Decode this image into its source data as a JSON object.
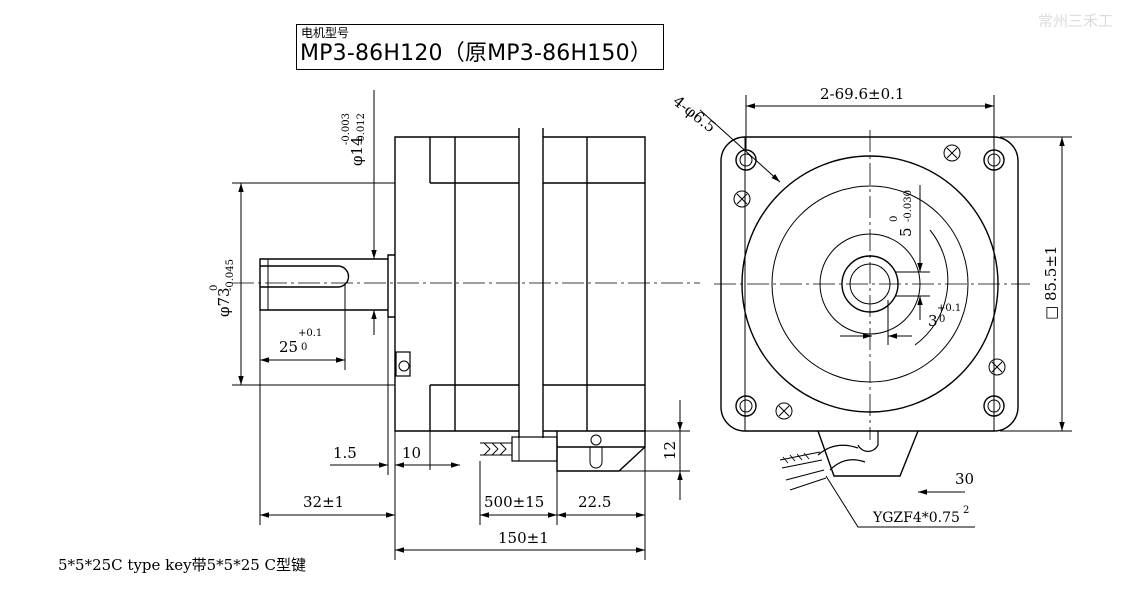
{
  "title": {
    "label": "电机型号",
    "model": "MP3-86H120（原MP3-86H150）"
  },
  "watermark": "常州三禾工",
  "footnote": "5*5*25C type key带5*5*25 C型键",
  "dimensions": {
    "shaft_dia": "φ14",
    "shaft_dia_tol_upper": "-0.003",
    "shaft_dia_tol_lower": "-0.012",
    "pilot_dia": "φ73",
    "pilot_tol_upper": "0",
    "pilot_tol_lower": "-0.045",
    "key_len": "25",
    "key_tol_upper": "+0.1",
    "key_tol_lower": "0",
    "step": "1.5",
    "flange": "10",
    "shaft_len": "32±1",
    "lead_len": "500±15",
    "connector": "22.5",
    "body_len": "150±1",
    "conn_height": "12",
    "holes": "4-φ6.5",
    "hole_spacing": "2-69.6±0.1",
    "frame": "□ 85.5±1",
    "key_width": "5",
    "key_width_tol_upper": "0",
    "key_width_tol_lower": "-0.030",
    "key_depth": "3",
    "key_depth_tol_upper": "+0.1",
    "key_depth_tol_lower": "0",
    "cable_offset": "30",
    "cable_spec": "YGZF4*0.75"
  }
}
